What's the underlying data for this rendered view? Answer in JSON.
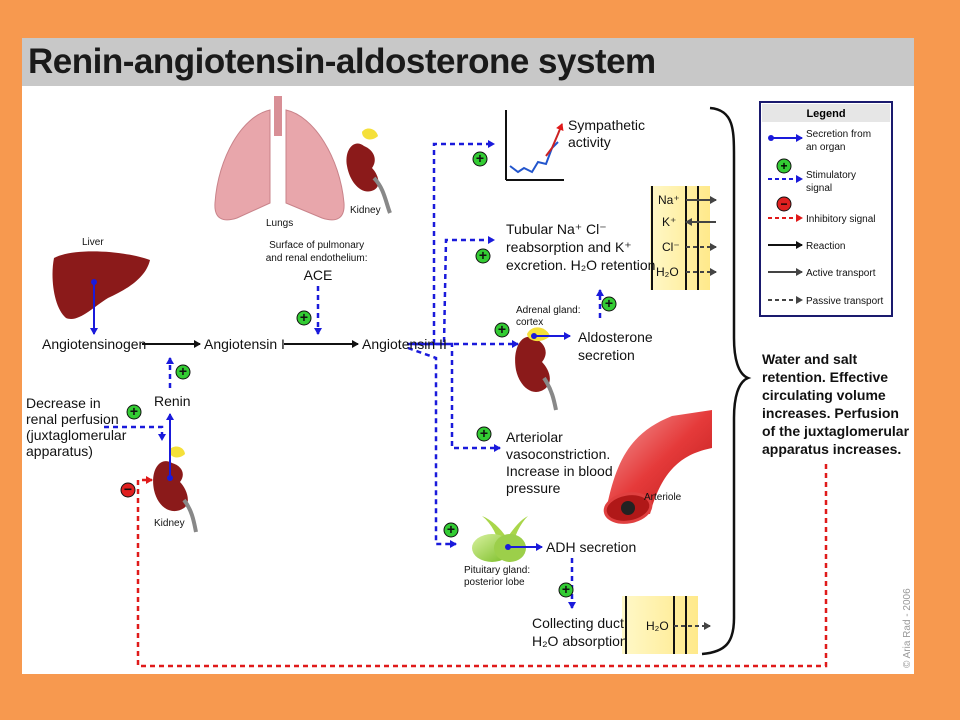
{
  "title": "Renin-angiotensin-aldosterone system",
  "organs": {
    "lungs": "Lungs",
    "kidney_top": "Kidney",
    "liver": "Liver",
    "kidney_bottom": "Kidney",
    "adrenal": [
      "Adrenal gland:",
      "cortex"
    ],
    "pituitary": [
      "Pituitary gland:",
      "posterior lobe"
    ],
    "arteriole": "Arteriole"
  },
  "endothelium": [
    "Surface of pulmonary",
    "and renal endothelium:",
    "ACE"
  ],
  "chain": {
    "angiotensinogen": "Angiotensinogen",
    "angiotensin1": "Angiotensin I",
    "angiotensin2": "Angiotensin II",
    "renin": "Renin"
  },
  "perfusion": [
    "Decrease in",
    "renal perfusion",
    "(juxtaglomerular",
    "apparatus)"
  ],
  "effects": {
    "sympathetic": [
      "Sympathetic",
      "activity"
    ],
    "tubular": [
      "Tubular Na⁺ Cl⁻",
      "reabsorption and K⁺",
      "excretion. H₂O retention"
    ],
    "aldosterone": [
      "Aldosterone",
      "secretion"
    ],
    "arteriolar": [
      "Arteriolar",
      "vasoconstriction.",
      "Increase in blood",
      "pressure"
    ],
    "adh": "ADH secretion",
    "collecting": [
      "Collecting duct:",
      "H₂O absorption"
    ]
  },
  "ions": [
    "Na⁺",
    "K⁺",
    "Cl⁻",
    "H₂O"
  ],
  "duct_ion": "H₂O",
  "outcome": [
    "Water and salt",
    "retention. Effective",
    "circulating volume",
    "increases. Perfusion",
    "of the juxtaglomerular",
    "apparatus increases."
  ],
  "legend": {
    "title": "Legend",
    "items": [
      [
        "Secretion from",
        "an organ"
      ],
      [
        "Stimulatory",
        "signal"
      ],
      [
        "Inhibitory signal"
      ],
      [
        "Reaction"
      ],
      [
        "Active transport"
      ],
      [
        "Passive transport"
      ]
    ]
  },
  "signs": {
    "plus": "+",
    "minus": "−"
  },
  "copyright": "© Aria Rad - 2006",
  "colors": {
    "background": "#F7994F",
    "title_bar": "#C8C8C8",
    "stimulatory": "#1a1adb",
    "inhibitory": "#e01a1a",
    "plus_circle": "#33cc33",
    "minus_circle": "#e02020",
    "organ_red": "#8b1a1a",
    "lung_pink": "#e8a6ab"
  }
}
